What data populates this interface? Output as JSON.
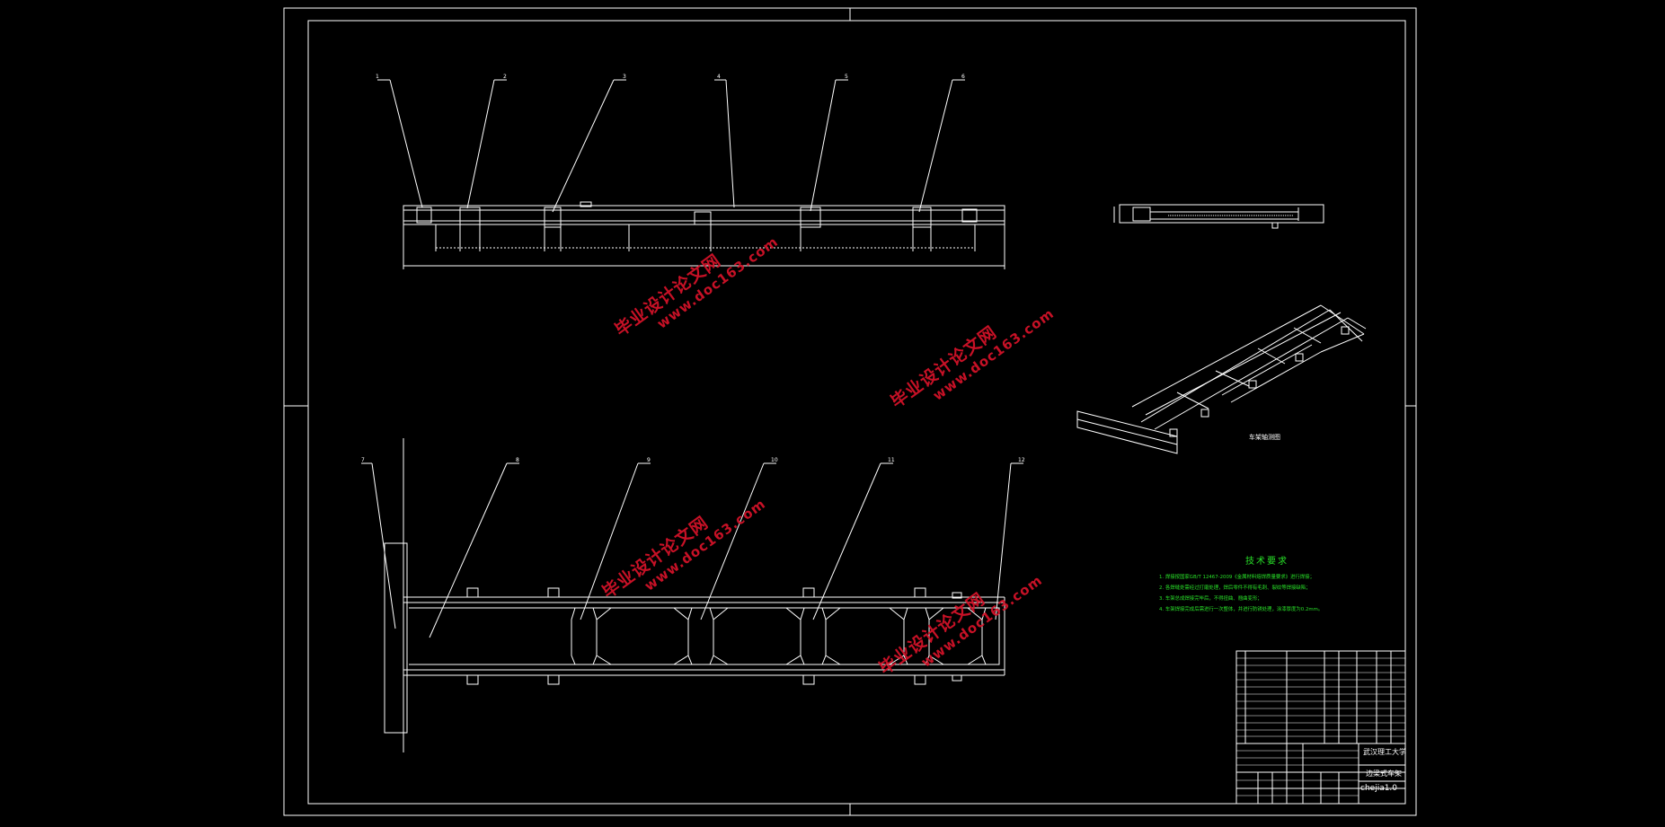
{
  "drawing": {
    "background": "#000000",
    "line_color": "#ffffff",
    "notes_color": "#28e028",
    "watermark_color": "#d8132a"
  },
  "top_view": {
    "leaders": [
      "1",
      "2",
      "3",
      "4",
      "5",
      "6"
    ]
  },
  "bottom_view": {
    "leaders": [
      "7",
      "8",
      "9",
      "10",
      "11",
      "12"
    ]
  },
  "iso_view": {
    "caption": "车架轴测图"
  },
  "technical_requirements": {
    "title": "技术要求",
    "items": [
      "1. 焊接按国家GB/T 12467-2009《金属材料熔焊质量要求》进行焊接；",
      "2. 各焊缝处需经过打磨处理，焊后零件不得有毛刺、裂纹等焊接缺陷；",
      "3. 车架总成焊接完毕后，不得扭曲、翘曲变形；",
      "4. 车架焊接完成后需进行一次整体，并进行防锈处理，涂漆厚度为0.2mm。"
    ]
  },
  "watermarks": [
    {
      "cn": "毕业设计论文网",
      "url": "www.doc163.com"
    },
    {
      "cn": "毕业设计论文网",
      "url": "www.doc163.com"
    },
    {
      "cn": "毕业设计论文网",
      "url": "www.doc163.com"
    },
    {
      "cn": "毕业设计论文网",
      "url": "www.doc163.com"
    }
  ],
  "title_block": {
    "school": "武汉理工大学",
    "drawing_name": "边梁式车架",
    "drawing_code": "chejia1.0"
  }
}
